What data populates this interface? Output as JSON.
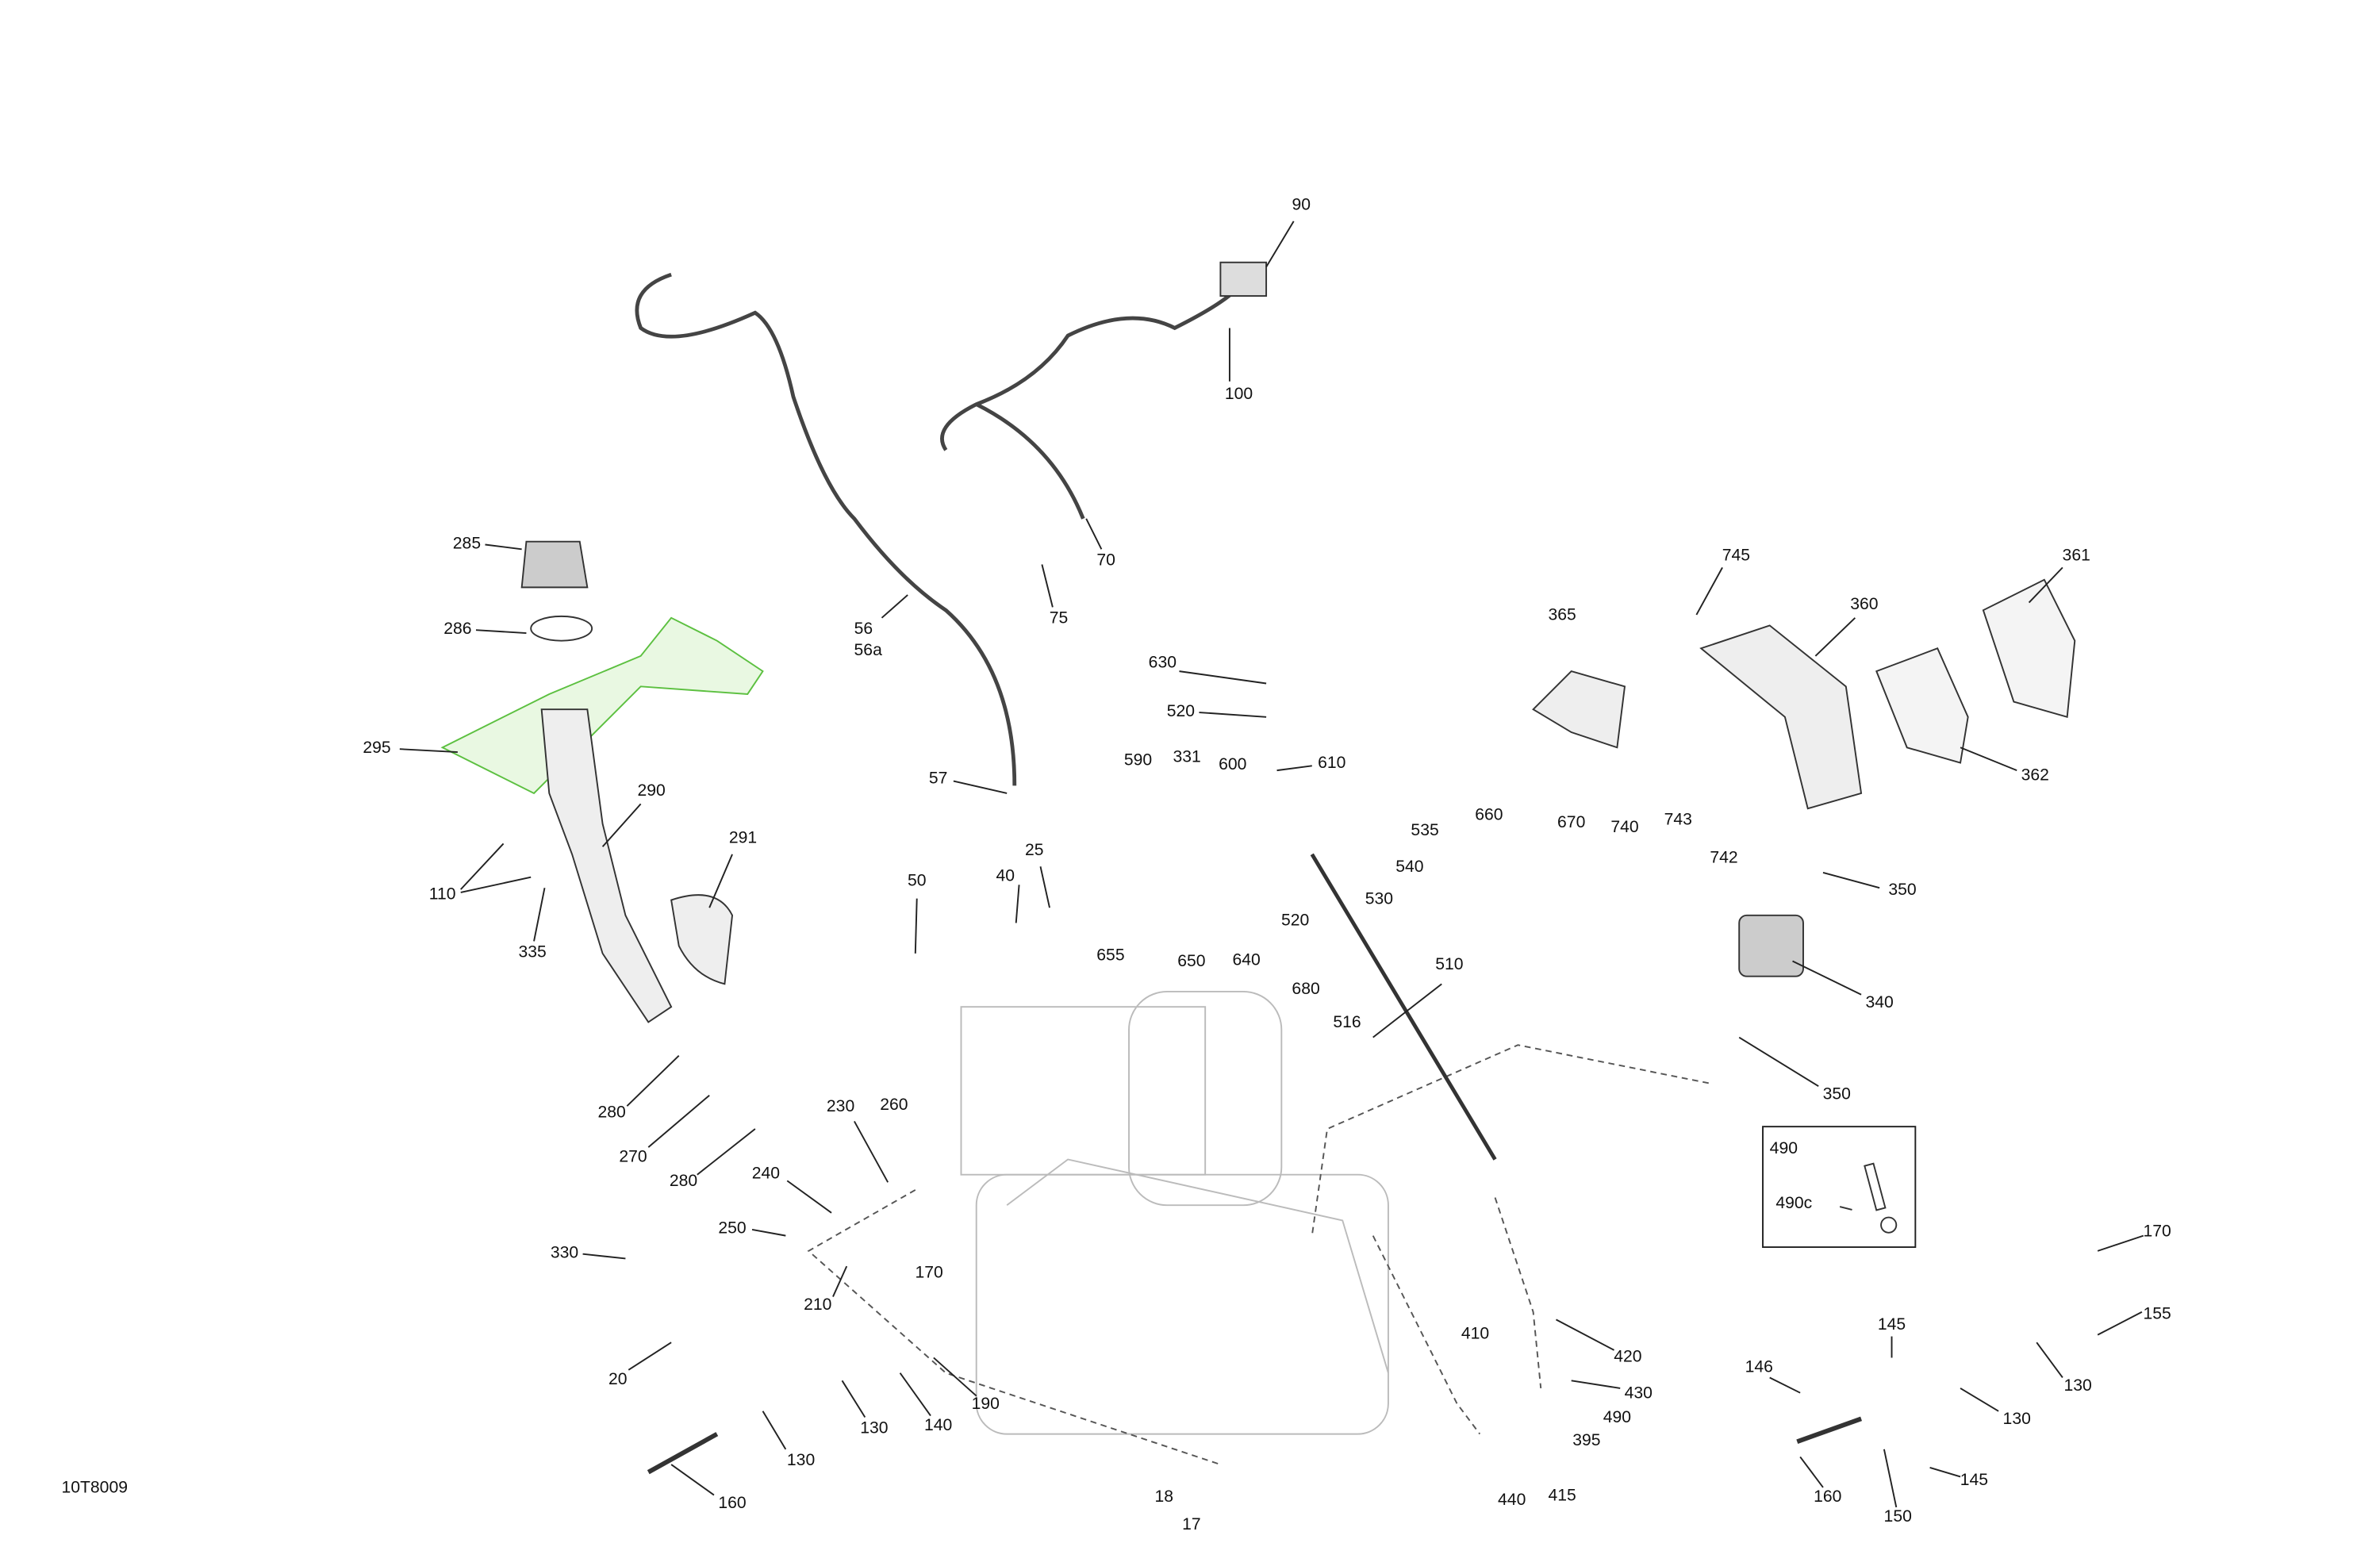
{
  "drawing_id": "10T8009",
  "highlight_color": "#7ddc5a",
  "labels": [
    "90",
    "100",
    "70",
    "75",
    "56",
    "56a",
    "57",
    "285",
    "286",
    "295",
    "290",
    "291",
    "110",
    "335",
    "280",
    "270",
    "280",
    "230",
    "260",
    "240",
    "250",
    "330",
    "210",
    "170",
    "20",
    "190",
    "140",
    "130",
    "130",
    "160",
    "50",
    "40",
    "25",
    "655",
    "650",
    "640",
    "590",
    "331",
    "600",
    "610",
    "630",
    "520",
    "520",
    "535",
    "540",
    "530",
    "660",
    "670",
    "680",
    "516",
    "510",
    "365",
    "745",
    "360",
    "361",
    "362",
    "740",
    "743",
    "742",
    "350",
    "340",
    "350",
    "410",
    "420",
    "430",
    "490",
    "395",
    "440",
    "415",
    "18",
    "17",
    "170",
    "155",
    "130",
    "145",
    "146",
    "130",
    "145",
    "160",
    "150"
  ],
  "inset": {
    "title": "490",
    "item": "490c"
  }
}
